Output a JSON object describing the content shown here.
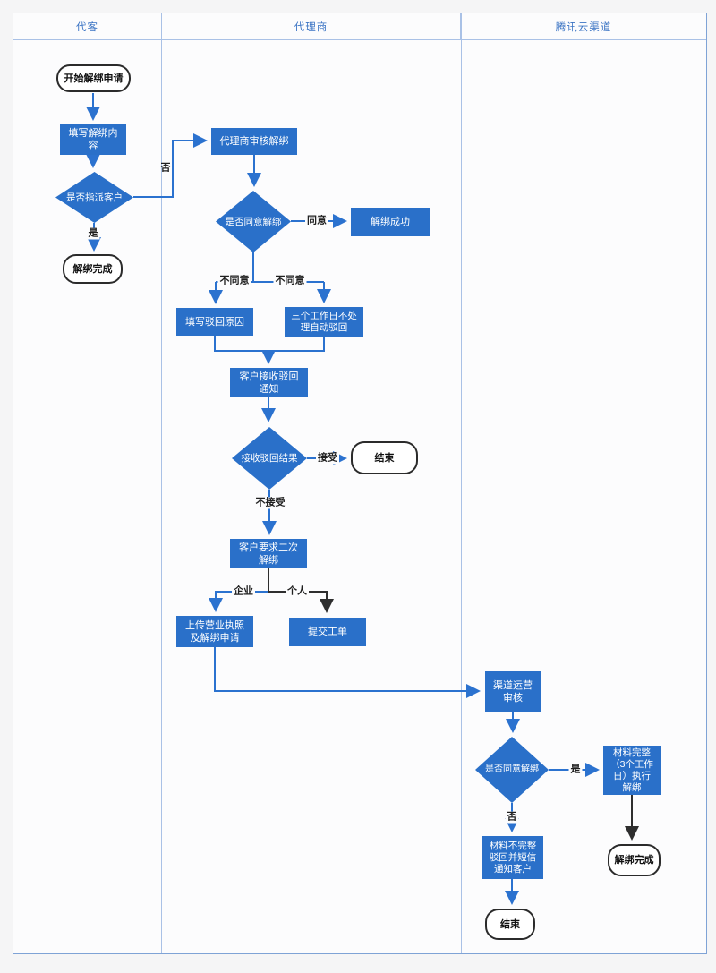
{
  "lanes": [
    {
      "label": "代客"
    },
    {
      "label": "代理商"
    },
    {
      "label": "腾讯云渠道"
    }
  ],
  "nodes": {
    "start": {
      "label": "开始解绑申请",
      "type": "terminator"
    },
    "fill_content": {
      "label": "填写解绑内\n容",
      "type": "process"
    },
    "assign_decision": {
      "label": "是否指派客户",
      "type": "decision"
    },
    "unbind_done_1": {
      "label": "解绑完成",
      "type": "terminator"
    },
    "agent_review": {
      "label": "代理商审核解绑",
      "type": "process"
    },
    "agree_decision_1": {
      "label": "是否同意解绑",
      "type": "decision"
    },
    "unbind_success": {
      "label": "解绑成功",
      "type": "process"
    },
    "fill_reject_reason": {
      "label": "填写驳回原因",
      "type": "process"
    },
    "auto_reject": {
      "label": "三个工作日不处\n理自动驳回",
      "type": "process"
    },
    "receive_reject_notice": {
      "label": "客户接收驳回\n通知",
      "type": "process"
    },
    "receive_result_decision": {
      "label": "接收驳回结果",
      "type": "decision"
    },
    "end_1": {
      "label": "结束",
      "type": "terminator"
    },
    "second_unbind": {
      "label": "客户要求二次\n解绑",
      "type": "process"
    },
    "upload_license": {
      "label": "上传营业执照\n及解绑申请",
      "type": "process"
    },
    "submit_ticket": {
      "label": "提交工单",
      "type": "process"
    },
    "channel_review": {
      "label": "渠道运营\n审核",
      "type": "process"
    },
    "agree_decision_2": {
      "label": "是否同意解绑",
      "type": "decision"
    },
    "complete_unbind": {
      "label": "材料完整\n（3个工作\n日）执行\n解绑",
      "type": "process"
    },
    "incomplete_reject": {
      "label": "材料不完整\n驳回并短信\n通知客户",
      "type": "process"
    },
    "unbind_done_2": {
      "label": "解绑完成",
      "type": "terminator"
    },
    "end_2": {
      "label": "结束",
      "type": "terminator"
    }
  },
  "edge_labels": {
    "no_1": "否",
    "yes_1": "是",
    "agree": "同意",
    "disagree_left": "不同意",
    "disagree_right": "不同意",
    "accept": "接受",
    "not_accept": "不接受",
    "enterprise": "企业",
    "personal": "个人",
    "yes_2": "是",
    "no_2": "否"
  },
  "colors": {
    "node_fill": "#2a70c9",
    "line_blue": "#2b72cf",
    "line_black": "#2e2e2e",
    "header_text": "#3b74c4",
    "table_border": "#7fa3d6",
    "lane_divider": "#a9c1e6",
    "canvas_bg": "#fcfcfd",
    "page_bg": "#f5f5f6"
  }
}
